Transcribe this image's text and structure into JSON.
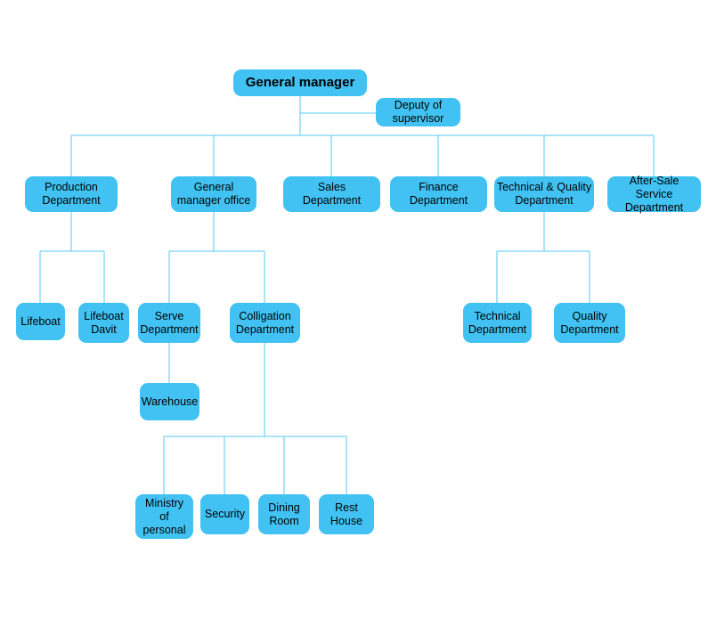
{
  "colors": {
    "node_fill": "#41C2F2",
    "connector": "#55C8F3",
    "text": "#000000",
    "background": "#FFFFFF"
  },
  "nodes": {
    "general_manager": "General manager",
    "deputy_supervisor": "Deputy of\nsupervisor",
    "production_department": "Production\nDepartment",
    "general_manager_office": "General\nmanager office",
    "sales_department": "Sales\nDepartment",
    "finance_department": "Finance\nDepartment",
    "technical_quality_department": "Technical & Quality\nDepartment",
    "after_sale_service_department": "After-Sale\nService Department",
    "lifeboat": "Lifeboat",
    "lifeboat_davit": "Lifeboat\nDavit",
    "serve_department": "Serve\nDepartment",
    "colligation_department": "Colligation\nDepartment",
    "warehouse": "Warehouse",
    "technical_department": "Technical\nDepartment",
    "quality_department": "Quality\nDepartment",
    "ministry_of_personal": "Ministry\nof  personal",
    "security": "Security",
    "dining_room": "Dining\nRoom",
    "rest_house": "Rest\nHouse"
  },
  "edges": [
    {
      "parent": "General manager",
      "child": "Deputy of supervisor"
    },
    {
      "parent": "General manager",
      "child": "Production Department"
    },
    {
      "parent": "General manager",
      "child": "General manager office"
    },
    {
      "parent": "General manager",
      "child": "Sales Department"
    },
    {
      "parent": "General manager",
      "child": "Finance Department"
    },
    {
      "parent": "General manager",
      "child": "Technical & Quality Department"
    },
    {
      "parent": "General manager",
      "child": "After-Sale Service Department"
    },
    {
      "parent": "Production Department",
      "child": "Lifeboat"
    },
    {
      "parent": "Production Department",
      "child": "Lifeboat Davit"
    },
    {
      "parent": "General manager office",
      "child": "Serve Department"
    },
    {
      "parent": "General manager office",
      "child": "Colligation Department"
    },
    {
      "parent": "Serve Department",
      "child": "Warehouse"
    },
    {
      "parent": "Colligation Department",
      "child": "Ministry of personal"
    },
    {
      "parent": "Colligation Department",
      "child": "Security"
    },
    {
      "parent": "Colligation Department",
      "child": "Dining Room"
    },
    {
      "parent": "Colligation Department",
      "child": "Rest House"
    },
    {
      "parent": "Technical & Quality Department",
      "child": "Technical Department"
    },
    {
      "parent": "Technical & Quality Department",
      "child": "Quality Department"
    }
  ]
}
